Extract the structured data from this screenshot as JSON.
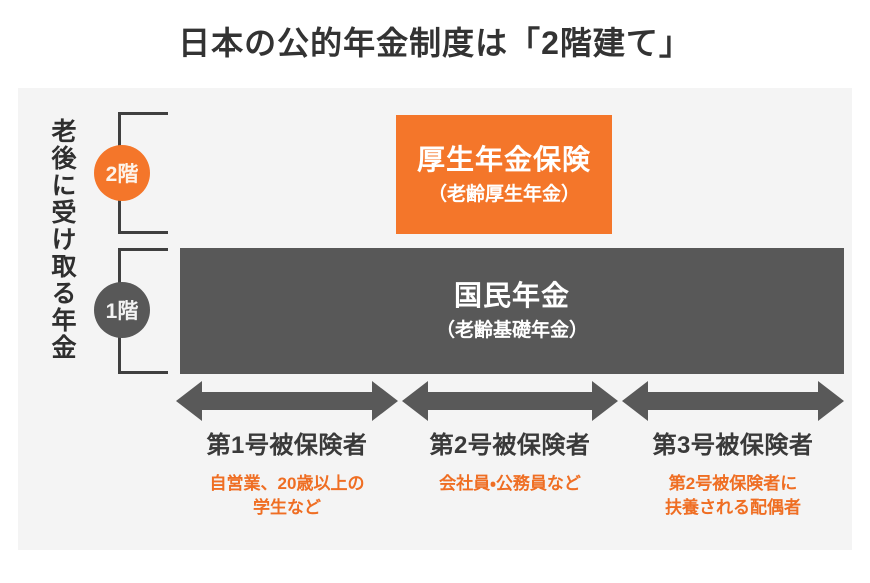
{
  "title": "日本の公的年金制度は「2階建て」",
  "axis": {
    "vertical_label": "老後に受け取る年金"
  },
  "floors": [
    {
      "badge": "2階",
      "color": "#f4762a"
    },
    {
      "badge": "1階",
      "color": "#585858"
    }
  ],
  "boxes": {
    "tier2": {
      "name": "厚生年金保険",
      "sub": "（老齢厚生年金）",
      "color": "#f4762a"
    },
    "tier1": {
      "name": "国民年金",
      "sub": "（老齢基礎年金）",
      "color": "#585858"
    }
  },
  "categories": [
    {
      "title": "第1号被保険者",
      "desc": "自営業、20歳以上の\n学生など"
    },
    {
      "title": "第2号被保険者",
      "desc": "会社員・公務員など"
    },
    {
      "title": "第3号被保険者",
      "desc": "第2号被保険者に\n扶養される配偶者"
    }
  ],
  "colors": {
    "accent": "#f4762a",
    "desc_text": "#ef6e23",
    "dark": "#585858",
    "arrow": "#595959",
    "panel_bg": "#f4f4f4",
    "title_text": "#333333"
  },
  "arrows": {
    "icon": "double-headed-arrow",
    "count": 3
  }
}
